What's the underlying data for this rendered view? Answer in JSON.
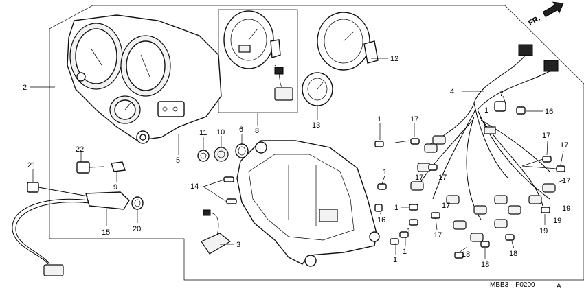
{
  "diagram": {
    "code": "MBB3—F0200",
    "code_suffix": "A",
    "direction": "FR.",
    "callouts": [
      "1",
      "2",
      "3",
      "4",
      "5",
      "6",
      "7",
      "8",
      "9",
      "10",
      "11",
      "12",
      "13",
      "14",
      "15",
      "16",
      "17",
      "18",
      "19",
      "20",
      "21",
      "22"
    ]
  }
}
